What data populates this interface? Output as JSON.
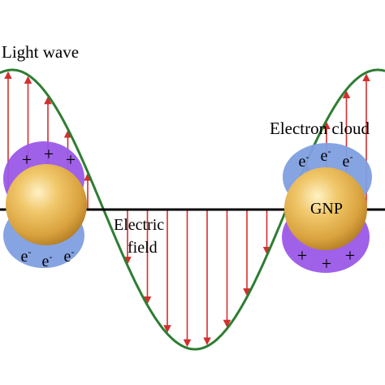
{
  "labels": {
    "light_wave": "Light wave",
    "electron_cloud": "Electron cloud",
    "electric_line1": "Electric",
    "electric_line2": "field",
    "gnp": "GNP",
    "electron": "e",
    "electron_superscript": "-",
    "plus": "+"
  },
  "colors": {
    "wave_outline": "#2e7d32",
    "field_arrow": "#d32f2f",
    "axis": "#000000",
    "cloud_blue": "#7f9fe0",
    "cloud_purple": "#9b59e8",
    "particle_gold": "#e2b44e"
  }
}
